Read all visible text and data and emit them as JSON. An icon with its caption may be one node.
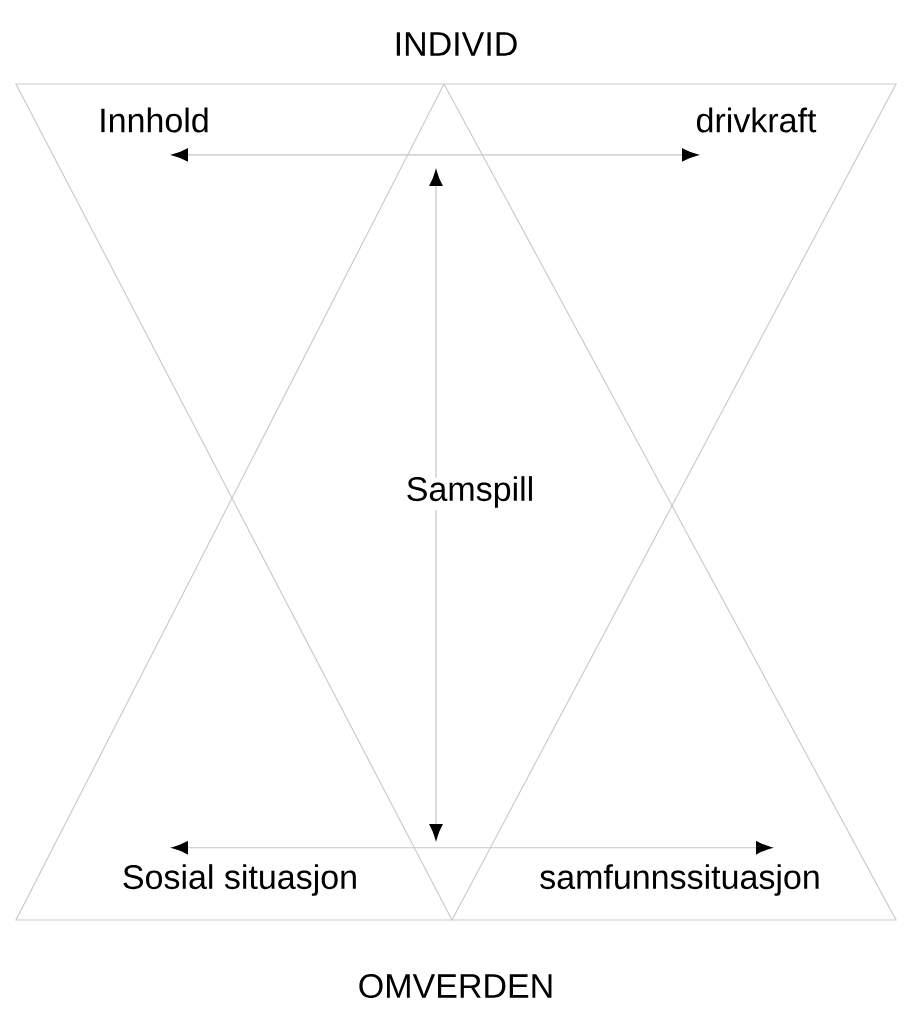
{
  "diagram": {
    "nodes": [
      {
        "text": [
          "INDIVID"
        ]
      },
      {
        "text": [
          "Innhold"
        ]
      },
      {
        "text": [
          "drivkraft"
        ]
      },
      {
        "text": [
          "Samspill"
        ]
      },
      {
        "text": [
          "Sosial situasjon"
        ]
      },
      {
        "text": [
          "samfunnssituasjon"
        ]
      },
      {
        "text": [
          "OMVERDEN"
        ]
      }
    ],
    "edges": [
      {
        "from": 1,
        "to": 2,
        "arrow": "both"
      },
      {
        "from": 3,
        "to": null,
        "arrow": "to"
      },
      {
        "from": 3,
        "to": null,
        "arrow": "to"
      },
      {
        "from": 4,
        "to": 5,
        "arrow": "both"
      }
    ]
  }
}
